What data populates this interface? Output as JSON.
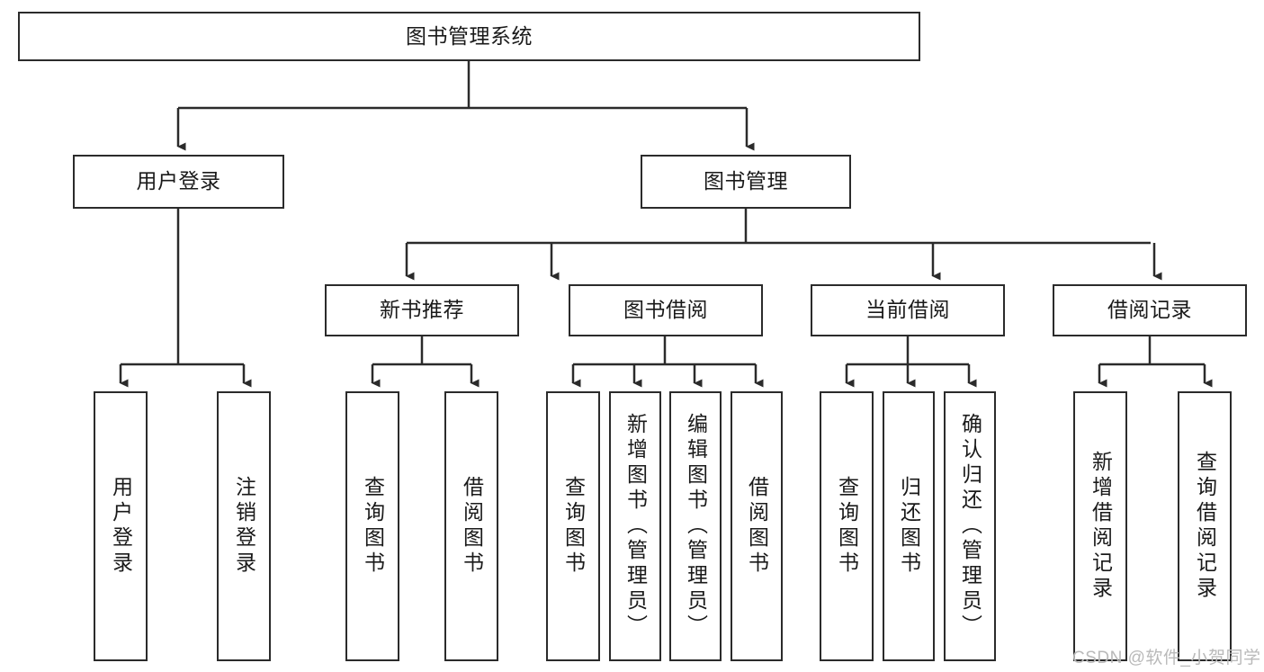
{
  "diagram": {
    "type": "tree",
    "title": "图书管理系统",
    "watermark": "CSDN @软件_小贺同学",
    "colors": {
      "box_border": "#2b2b2b",
      "box_fill": "#ffffff",
      "connector": "#2b2b2b",
      "text": "#1a1a1a",
      "watermark": "#b9b9b9",
      "background": "#ffffff"
    },
    "root": {
      "label": "图书管理系统"
    },
    "level2": [
      {
        "label": "用户登录"
      },
      {
        "label": "图书管理"
      }
    ],
    "level3": [
      {
        "label": "新书推荐"
      },
      {
        "label": "图书借阅"
      },
      {
        "label": "当前借阅"
      },
      {
        "label": "借阅记录"
      }
    ],
    "leaves": {
      "user_login": [
        {
          "label": "用户登录"
        },
        {
          "label": "注销登录"
        }
      ],
      "new_book": [
        {
          "label": "查询图书"
        },
        {
          "label": "借阅图书"
        }
      ],
      "book_borrow": [
        {
          "label": "查询图书"
        },
        {
          "label": "新增图书（管理员）"
        },
        {
          "label": "编辑图书（管理员）"
        },
        {
          "label": "借阅图书"
        }
      ],
      "current_borrow": [
        {
          "label": "查询图书"
        },
        {
          "label": "归还图书"
        },
        {
          "label": "确认归还（管理员）"
        }
      ],
      "borrow_record": [
        {
          "label": "新增借阅记录"
        },
        {
          "label": "查询借阅记录"
        }
      ]
    }
  }
}
